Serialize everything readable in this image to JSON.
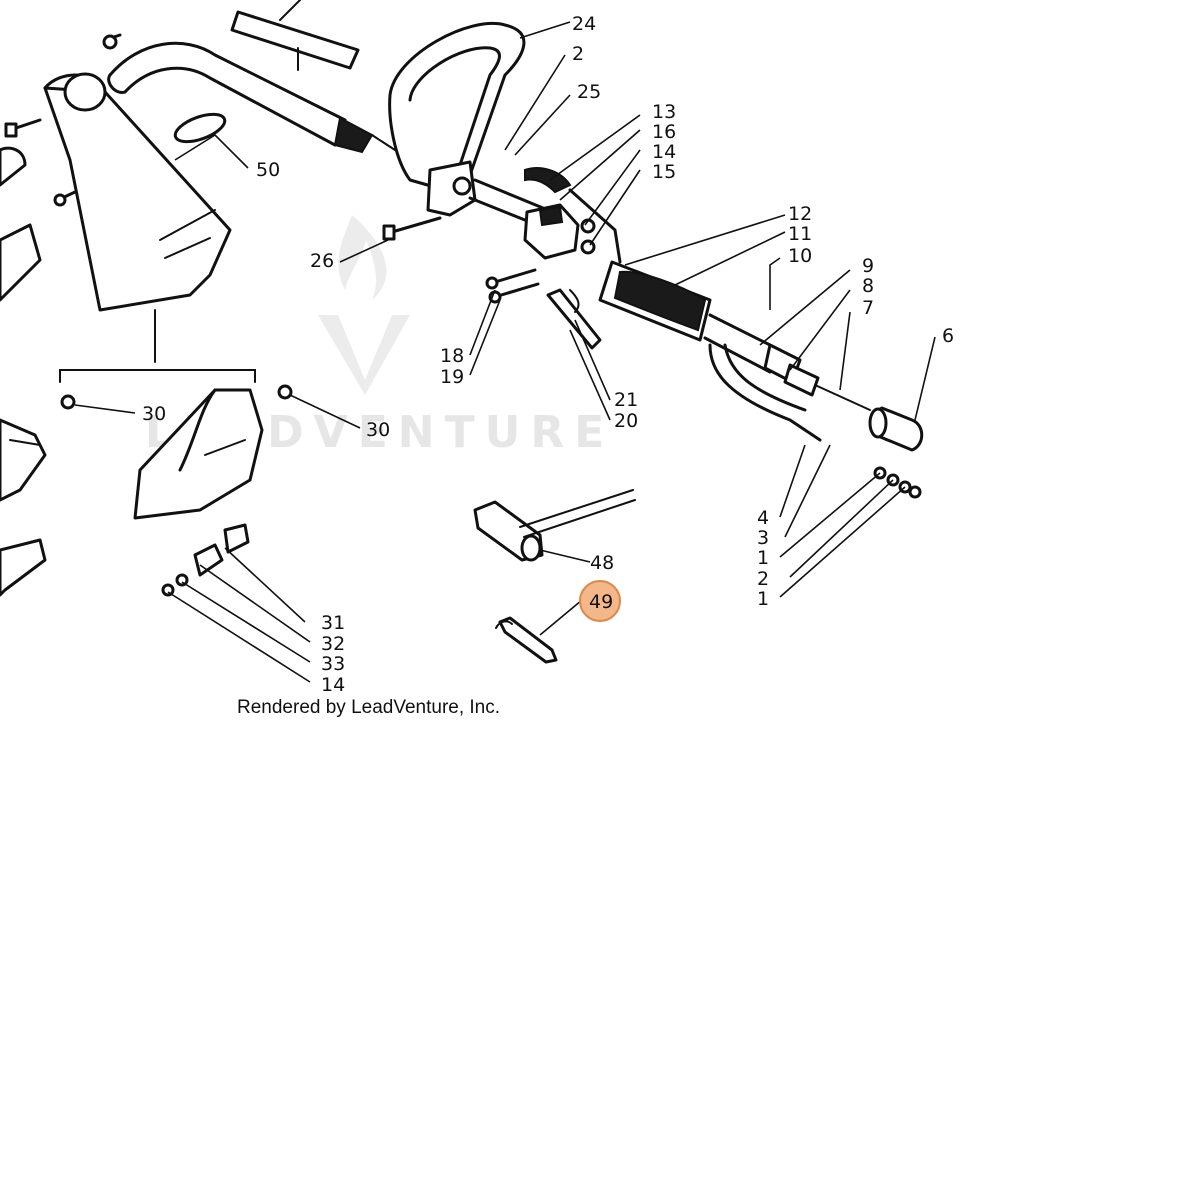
{
  "watermark": {
    "text": "LEADVENTURE"
  },
  "credit": "Rendered by LeadVenture, Inc.",
  "highlight_color": "#f3b78a",
  "callouts": {
    "c24": "24",
    "c2a": "2",
    "c25": "25",
    "c13": "13",
    "c16": "16",
    "c14a": "14",
    "c15": "15",
    "c12": "12",
    "c11": "11",
    "c10": "10",
    "c9": "9",
    "c8": "8",
    "c7": "7",
    "c6": "6",
    "c50": "50",
    "c26": "26",
    "c18": "18",
    "c19": "19",
    "c21": "21",
    "c20": "20",
    "c30a": "30",
    "c30b": "30",
    "c4": "4",
    "c3": "3",
    "c1a": "1",
    "c2b": "2",
    "c1b": "1",
    "c48": "48",
    "c49": "49",
    "c31": "31",
    "c32": "32",
    "c33": "33",
    "c14b": "14"
  },
  "highlighted_part": "49"
}
